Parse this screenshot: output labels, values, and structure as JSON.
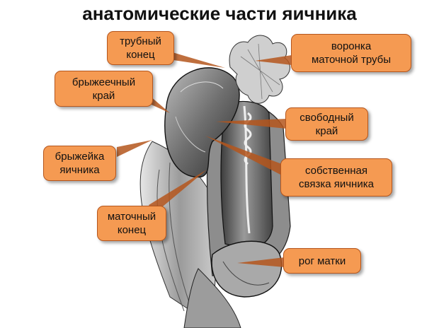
{
  "title": "анатомические части яичника",
  "labels": {
    "tube_end": "трубный\nконец",
    "funnel": "воронка\nматочной трубы",
    "mesenteric_edge": "брыжеечный\nкрай",
    "free_edge": "свободный\nкрай",
    "mesovarium": "брыжейка\nяичника",
    "own_ligament": "собственная\nсвязка яичника",
    "uterine_end": "маточный\nконец",
    "uterine_horn": "рог матки"
  },
  "colors": {
    "callout_fill": "#f59a52",
    "callout_border": "#b5561d"
  }
}
